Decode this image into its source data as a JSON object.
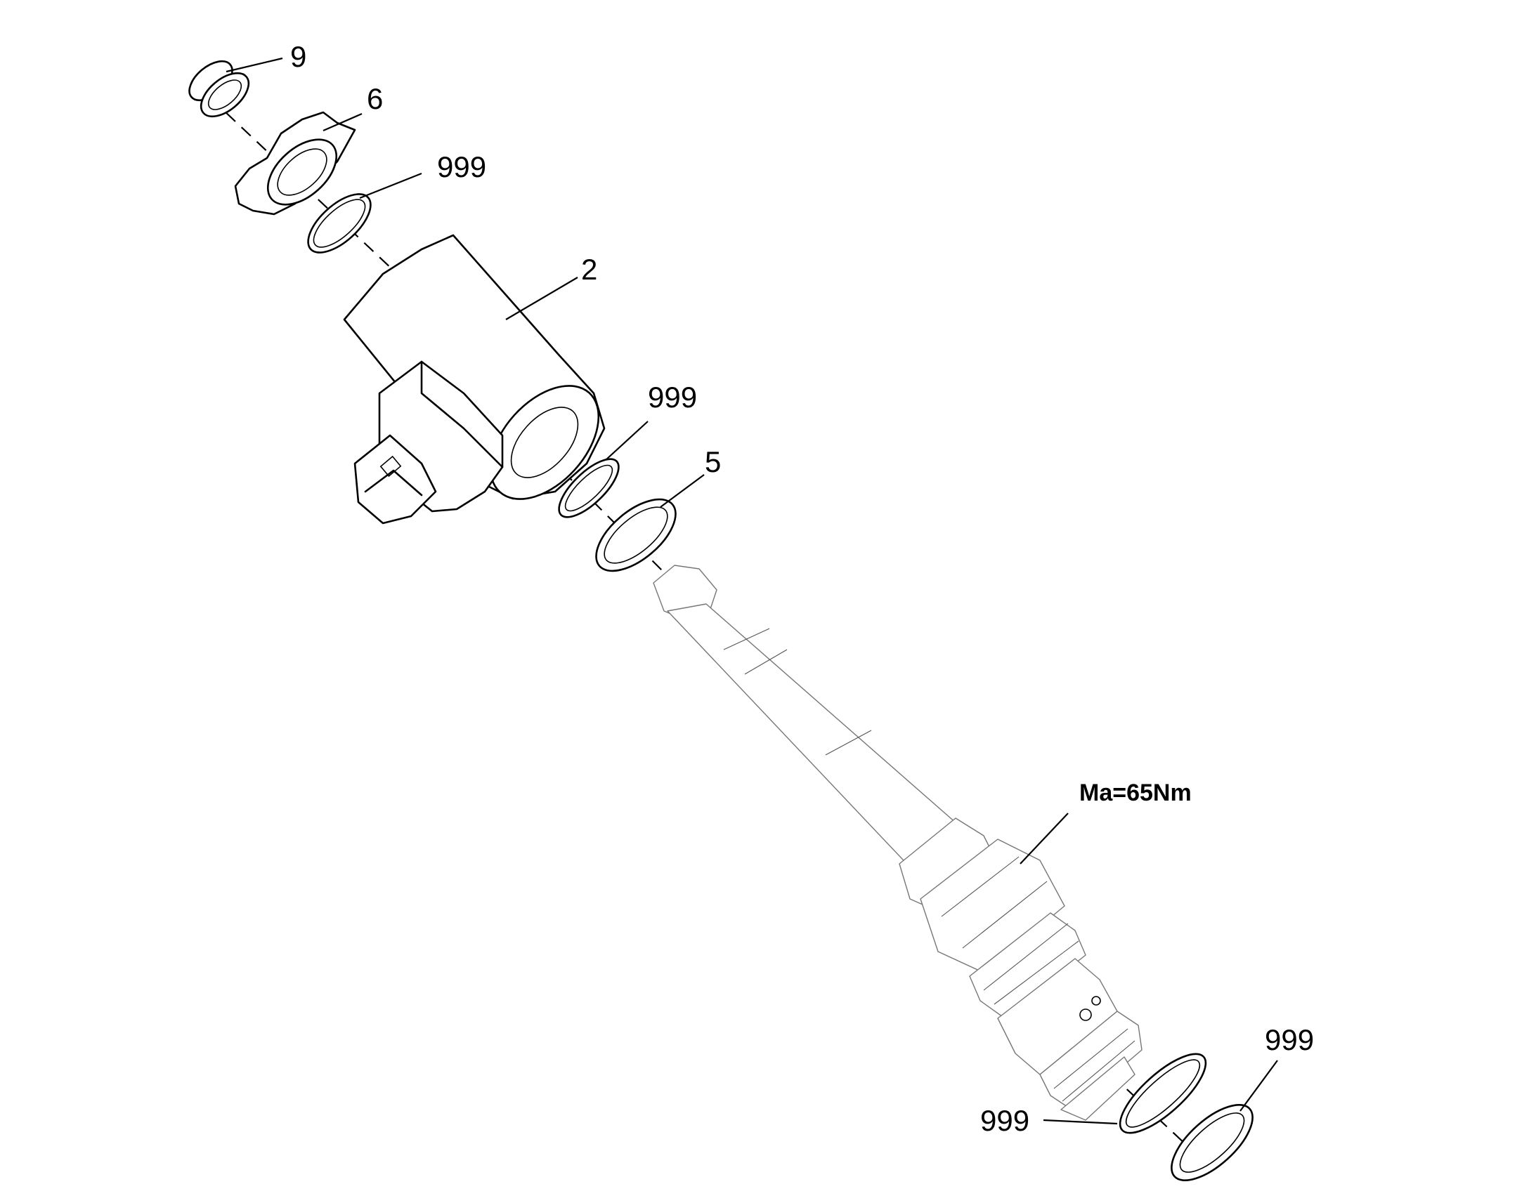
{
  "callouts": [
    {
      "id": "c9",
      "text": "9"
    },
    {
      "id": "c6",
      "text": "6"
    },
    {
      "id": "c999a",
      "text": "999"
    },
    {
      "id": "c2",
      "text": "2"
    },
    {
      "id": "c999b",
      "text": "999"
    },
    {
      "id": "c5",
      "text": "5"
    },
    {
      "id": "c999c",
      "text": "999"
    },
    {
      "id": "c999d",
      "text": "999"
    }
  ],
  "torque_note": "Ma=65Nm"
}
